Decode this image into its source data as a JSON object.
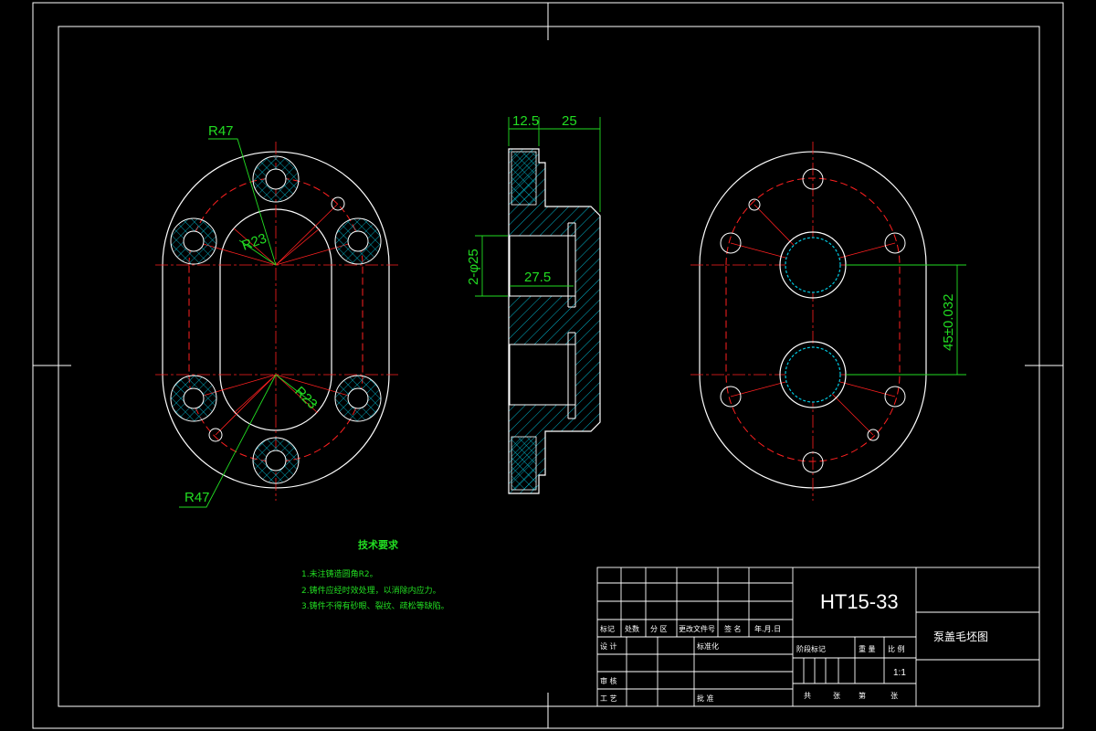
{
  "colors": {
    "background": "#000000",
    "outline": "#ffffff",
    "centerline": "#ff2020",
    "dimension": "#22dd22",
    "hatch": "#00c8e0"
  },
  "dimensions": {
    "r47_top": "R47",
    "r47_bottom": "R47",
    "r23_top": "R23",
    "r23_bottom": "R23",
    "w_12_5": "12.5",
    "w_25": "25",
    "dia_2_25": "2-φ25",
    "depth_27_5": "27.5",
    "center_dist": "45±0.032"
  },
  "tech_req": {
    "title": "技术要求",
    "items": [
      "1.未注铸造圆角R2。",
      "2.铸件应经时效处理，以消除内应力。",
      "3.铸件不得有砂眼、裂纹、疏松等缺陷。"
    ]
  },
  "title_block": {
    "material": "HT15-33",
    "part_name": "泵盖毛坯图",
    "scale_value": "1:1",
    "h_mark": "标记",
    "h_count": "处数",
    "h_zone": "分 区",
    "h_docno": "更改文件号",
    "h_sign": "签 名",
    "h_date": "年.月.日",
    "h_design": "设 计",
    "h_std": "标准化",
    "h_stage": "阶段标记",
    "h_weight": "重 量",
    "h_scale": "比 例",
    "h_review": "审 核",
    "h_process": "工 艺",
    "h_approve": "批 准",
    "h_total": "共",
    "h_sheet": "张",
    "h_no": "第",
    "h_sheet2": "张"
  }
}
